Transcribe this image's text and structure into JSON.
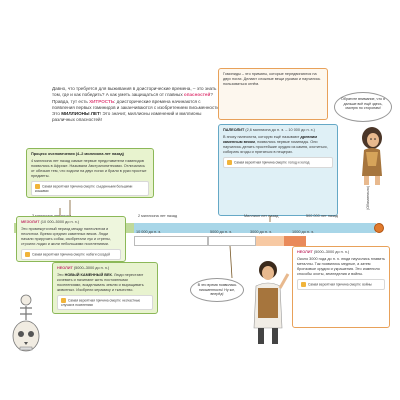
{
  "intro": {
    "line1": "Давно, что требуется для выживания в доисторические времена, – это знать о том, где и как победить?",
    "line2": "А как уметь защищаться от главных",
    "accent1": "опасностей",
    "line3": "? Правда, тут есть",
    "accent2": "ХИТРОСТЬ",
    "line4": ": доисторические времена начинаются с появления первых гоминидов и заканчиваются с изобретением письменности. Это",
    "strong1": "МИЛЛИОНЫ ЛЕТ",
    "line5": "! Это значит, миллионы изменений и миллионы различных опасностей!"
  },
  "note_top": {
    "text": "Гоминиды – это приматы, которые передвигаются на двух ногах. Делают сложные вещи руками и научились пользоваться огнём."
  },
  "speech_caveman": {
    "text": "Обратите внимание, что я дальше всё ещё здесь, смотрю по сторонам!"
  },
  "earliest": {
    "title": "Процесс очеловечения (4–2 миллиона лет назад)",
    "body": "4 миллиона лет назад самые первые представители гоминидов появились в Африке. Называли Австралопитеками. Отличались от обезьян тем, что ходили на двух ногах и брали в руки простые предметы.",
    "warn": "Самая вероятная причина смерти: съеденными большими кошками"
  },
  "paleolith": {
    "title": "ПАЛЕОЛИТ",
    "period": "(2,6 миллиона до н. э. – 10 000 до н. э.)",
    "body": "В эпоху палеолита, которую ещё называют",
    "strong": "древним каменным веком",
    "body2": ", появились первые гоминиды. Они научились делать простейшие орудия из камня, охотиться, собирать ягоды и прятаться в пещерах.",
    "warn": "Самая вероятная причина смерти: голод и холод"
  },
  "timeline": {
    "l1": "3 миллиона лет назад",
    "l2": "2 миллиона лет назад",
    "l3": "Миллион лет назад",
    "l4": "500 000 лет назад",
    "l5": "10 000 до н. э.",
    "l6": "5000 до н. э.",
    "l7": "3000 до н. э.",
    "l8": "1000 до н. э.",
    "side": "(Обязательно)"
  },
  "mesolith": {
    "title": "МЕЗОЛИТ",
    "period": "(10 000–5000 до н. э.)",
    "body": "Это промежуточный период между палеолитом и неолитом. Время средних каменных веков. Люди начали приручать собак, изобретали лук и стрелы, строили лодки и жили небольшими поселениями.",
    "warn": "Самая вероятная причина смерти: набеги соседей"
  },
  "neolith_left": {
    "title": "НЕОЛИТ",
    "period": "(5000–3000 до н. э.)",
    "body": "Это",
    "strong": "НОВЫЙ КАМЕННЫЙ ВЕК",
    "body2": ". Люди перестают кочевать и начинают жить постоянными поселениями, возделывать землю и выращивать животных. Изобрели керамику и ткачество.",
    "warn": "Самая вероятная причина смерти: несчастные случаи в поселениях"
  },
  "neolith_right": {
    "title": "НЕОЛИТ",
    "period": "(5000–3000 до н. э.)",
    "body": "Около 3000 года до н. э. люди научились плавить металлы. Так появились медные, а затем бронзовые орудия и украшения. Это изменило способы охоты, земледелия и войны.",
    "warn": "Самая вероятная причина смерти: войны"
  },
  "speech_center": {
    "text": "В это время появилась письменность! Ну же, вперёд!"
  }
}
